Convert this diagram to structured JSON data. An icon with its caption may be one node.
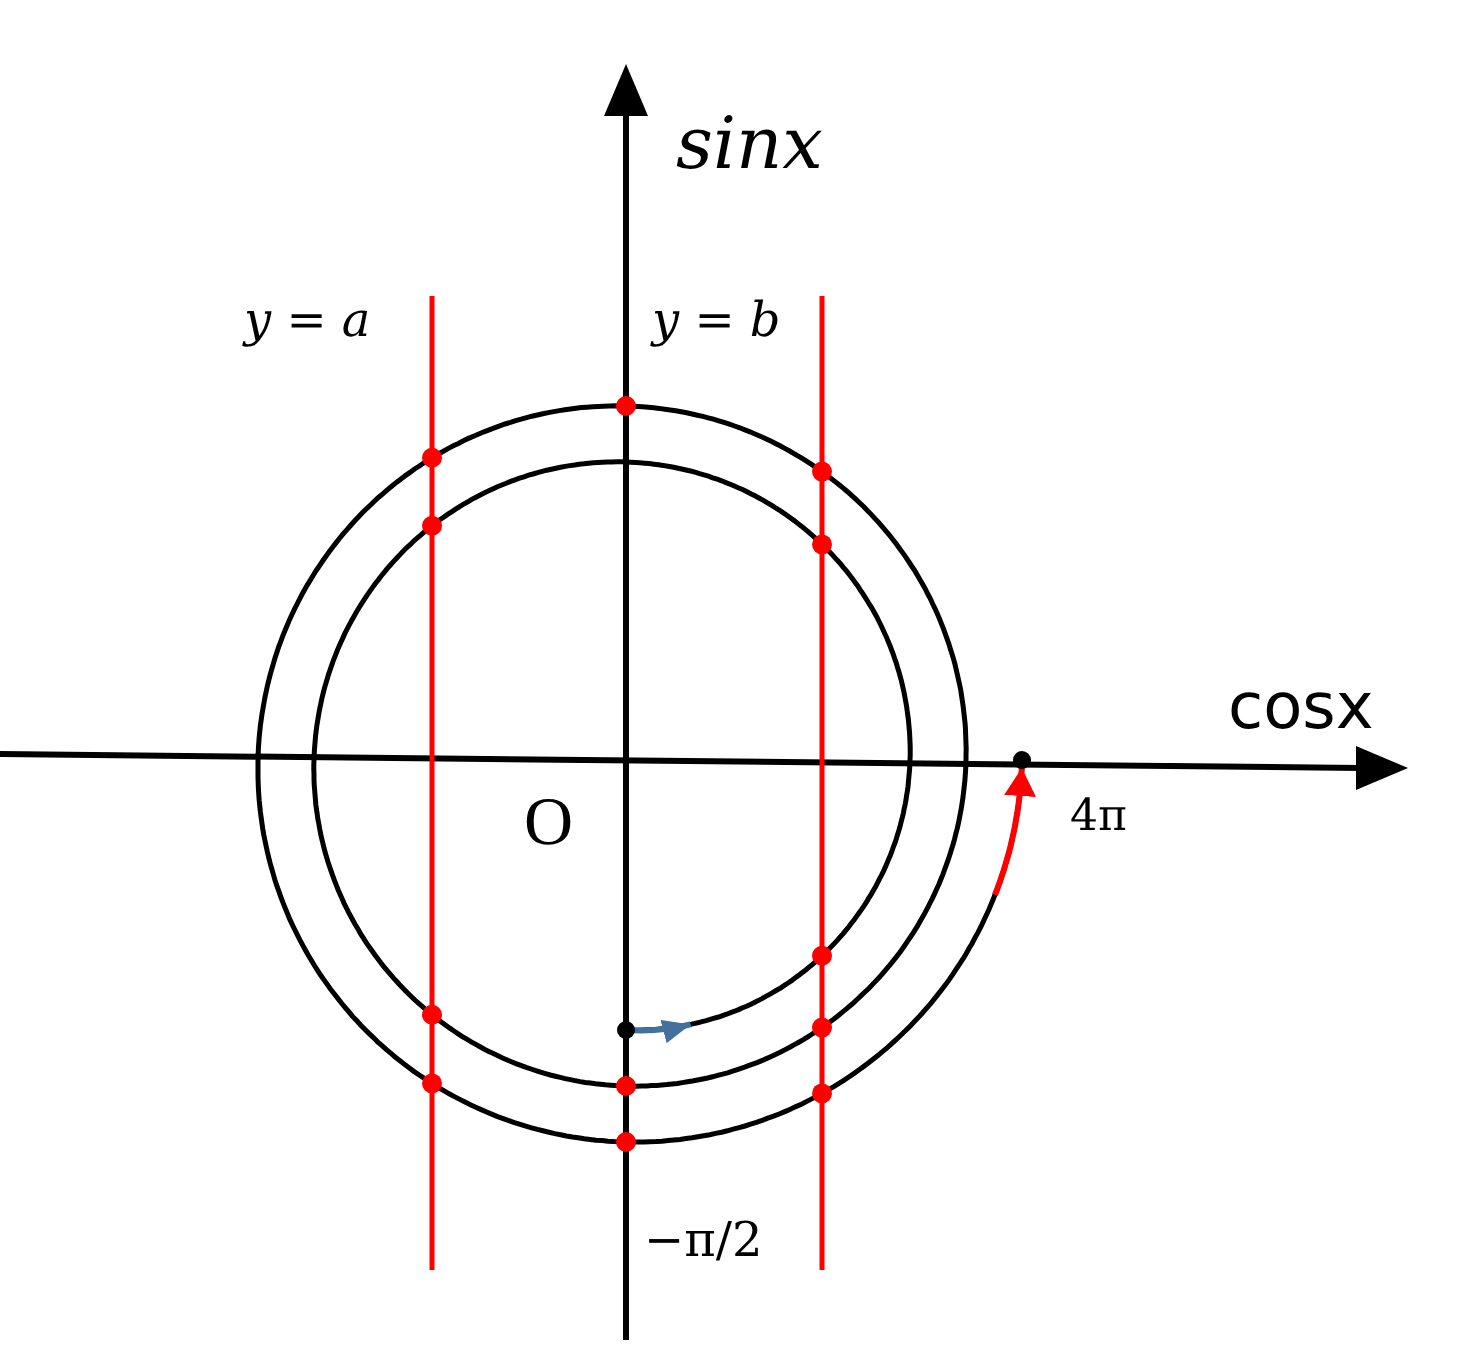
{
  "diagram": {
    "labels": [
      "sinx",
      "y = a",
      "y = b",
      "cosx",
      "O",
      "4π",
      "−π/2"
    ]
  }
}
